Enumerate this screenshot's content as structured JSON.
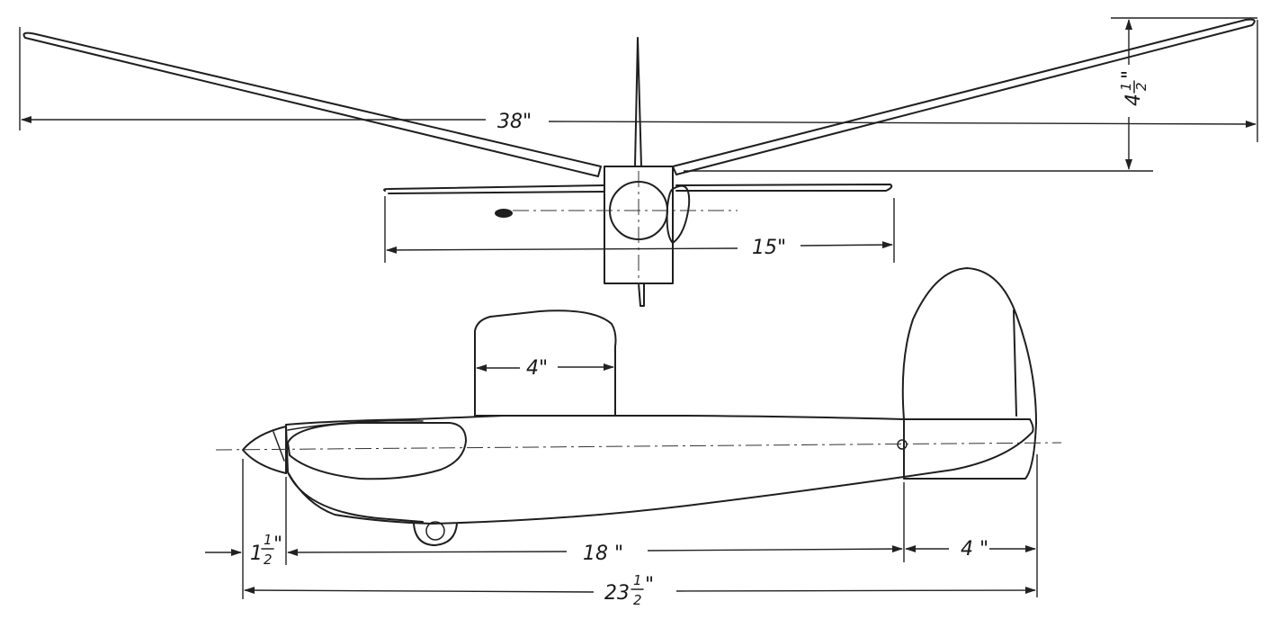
{
  "dimensions": {
    "wingspan": "38\"",
    "dihedral_whole": "4",
    "dihedral_num": "1",
    "dihedral_den": "2",
    "dihedral_mark": "\"",
    "tail_span": "15\"",
    "fin_chord": "4\"",
    "nose_whole": "1",
    "nose_num": "1",
    "nose_den": "2",
    "nose_mark": "\"",
    "fuselage_mid": "18 \"",
    "tail_length": "4 \"",
    "total_whole": "23",
    "total_num": "1",
    "total_den": "2",
    "total_mark": "\""
  },
  "colors": {
    "ink": "#1f1f1f",
    "paper": "#ffffff"
  }
}
